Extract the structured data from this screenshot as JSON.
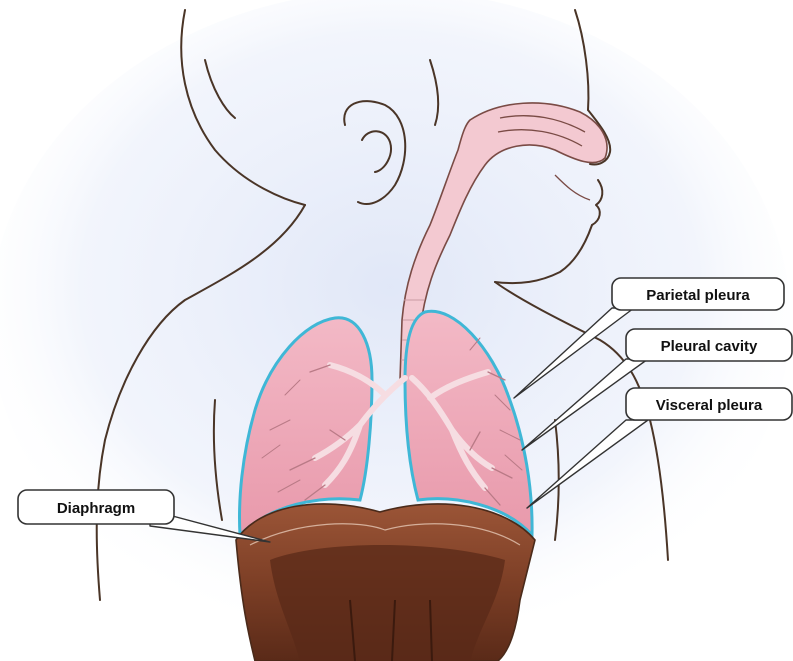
{
  "labels": {
    "parietal_pleura": "Parietal pleura",
    "pleural_cavity": "Pleural cavity",
    "visceral_pleura": "Visceral pleura",
    "diaphragm": "Diaphragm"
  },
  "colors": {
    "lung_fill": "#efa6b6",
    "airway_fill": "#f3c9d1",
    "pleura_stroke": "#3fb7d6",
    "diaphragm_fill": "#8a4a30",
    "diaphragm_dark": "#5a2a18",
    "body_outline": "#4a3527",
    "background_glow": "#dfe6f7"
  }
}
